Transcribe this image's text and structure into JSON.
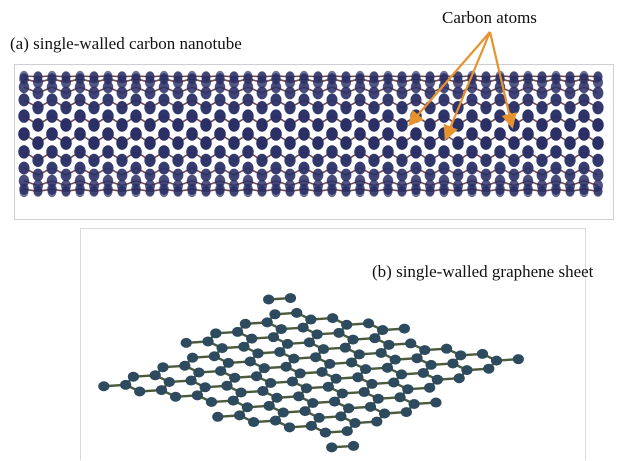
{
  "panel_a": {
    "caption": "(a) single-walled carbon nanotube"
  },
  "annotation": {
    "text": "Carbon atoms",
    "arrow_color": "#e8922e"
  },
  "panel_b": {
    "caption": "(b) single-walled graphene sheet"
  },
  "colors": {
    "nanotube_atom": "#2a2f66",
    "nanotube_bond": "#5a2a2a",
    "graphene_atom": "#2d4a5e",
    "graphene_bond": "#4a5a3a"
  }
}
